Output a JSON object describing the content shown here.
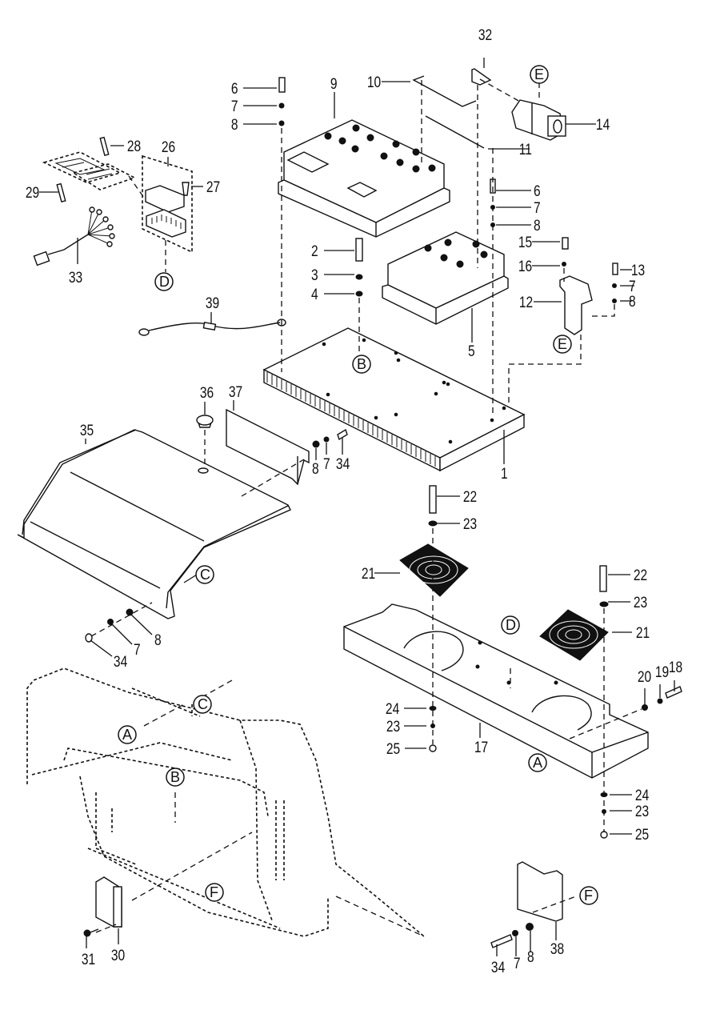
{
  "diagram": {
    "type": "exploded-parts-view",
    "subject": "controller / battery tray assembly with cooling fans and covers",
    "ink_color": "#111111",
    "background_color": "#ffffff"
  },
  "callouts": {
    "c1": "1",
    "c2": "2",
    "c3": "3",
    "c4": "4",
    "c5": "5",
    "c6a": "6",
    "c7a": "7",
    "c8a": "8",
    "c9": "9",
    "c10": "10",
    "c11": "11",
    "c12": "12",
    "c13": "13",
    "c14": "14",
    "c6b": "6",
    "c7b": "7",
    "c8b": "8",
    "c15": "15",
    "c16": "16",
    "c7c": "7",
    "c8c": "8",
    "c17": "17",
    "c18": "18",
    "c19": "19",
    "c20": "20",
    "c21a": "21",
    "c22a": "22",
    "c23a": "23",
    "c21b": "21",
    "c22b": "22",
    "c23b": "23",
    "c24a": "24",
    "c23c": "23",
    "c25a": "25",
    "c24b": "24",
    "c23d": "23",
    "c25b": "25",
    "c26": "26",
    "c27": "27",
    "c28": "28",
    "c29": "29",
    "c30": "30",
    "c31": "31",
    "c32": "32",
    "c33": "33",
    "c34a": "34",
    "c7d": "7",
    "c8d": "8",
    "c34b": "34",
    "c7e": "7",
    "c8e": "8",
    "c34c": "34",
    "c7f": "7",
    "c8f": "8",
    "c35": "35",
    "c36": "36",
    "c37": "37",
    "c38": "38",
    "c39": "39"
  },
  "reference_markers": {
    "A1": "A",
    "A2": "A",
    "B1": "B",
    "B2": "B",
    "C1": "C",
    "C2": "C",
    "D1": "D",
    "D2": "D",
    "E1": "E",
    "E2": "E",
    "F1": "F",
    "F2": "F"
  }
}
